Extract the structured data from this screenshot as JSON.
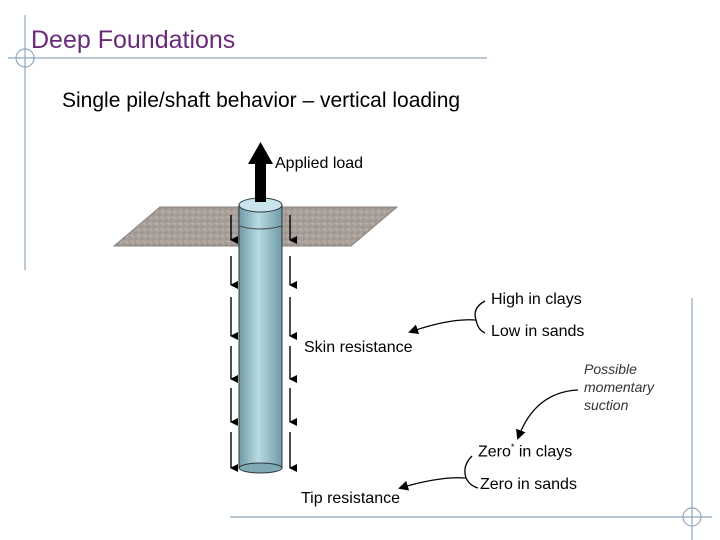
{
  "slide": {
    "title": "Deep Foundations",
    "subtitle": "Single pile/shaft behavior – vertical loading"
  },
  "labels": {
    "applied_load": "Applied load",
    "skin_resistance": "Skin resistance",
    "tip_resistance": "Tip resistance",
    "high_in_clays": "High in clays",
    "low_in_sands": "Low in sands",
    "possible_momentary_suction": "Possible momentary suction",
    "zero_in_clays_prefix": "Zero",
    "zero_in_clays_mark": "*",
    "zero_in_clays_suffix": " in clays",
    "zero_in_sands": "Zero in sands"
  },
  "colors": {
    "title": "#6a2a7a",
    "frame_lines": "#8fa8bf",
    "pile_fill": "#9fc3cc",
    "ground_fill": "#a89e98"
  }
}
